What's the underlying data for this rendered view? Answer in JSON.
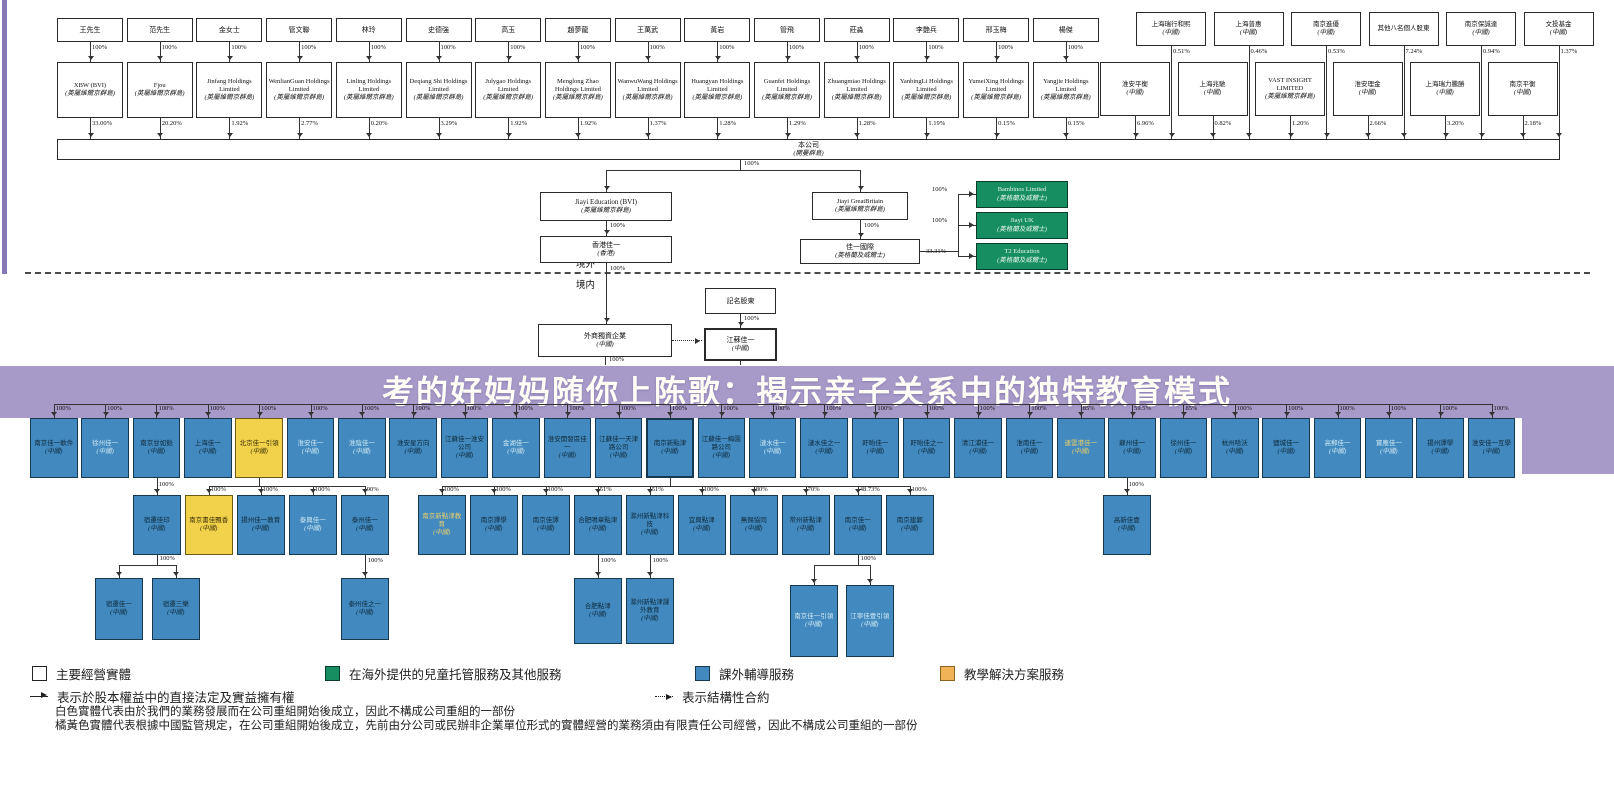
{
  "banner": {
    "title": "考的好妈妈随你上陈歌：揭示亲子关系中的独特教育模式",
    "bg_color": "#a79ac8",
    "text_color": "#fffef6"
  },
  "separator": {
    "offshore": "境外",
    "onshore": "境内"
  },
  "colors": {
    "entity_blue": "#4189be",
    "entity_yellow": "#f2d24b",
    "overseas_green": "#168e62",
    "legend_orange": "#f0b357",
    "banner_purple": "#a79ac8"
  },
  "company": {
    "name": "本公司",
    "sub": "(開曼群島)",
    "pct_down": "100%"
  },
  "shareholder_columns": [
    {
      "person": "王先生",
      "pct_to_holding": "100%",
      "holding": "XBW (BVI)",
      "holding_sub": "(英屬維爾京群島)",
      "pct_to_company": "33.00%"
    },
    {
      "person": "范先生",
      "pct_to_holding": "100%",
      "holding": "Fjou",
      "holding_sub": "(英屬維爾京群島)",
      "pct_to_company": "20.20%"
    },
    {
      "person": "金女士",
      "pct_to_holding": "100%",
      "holding": "Jinfang Holdings Limited",
      "holding_sub": "(英屬維爾京群島)",
      "pct_to_company": "1.92%"
    },
    {
      "person": "管文聯",
      "pct_to_holding": "100%",
      "holding": "WenlianGuan Holdings Limited",
      "holding_sub": "(英屬維爾京群島)",
      "pct_to_company": "2.77%"
    },
    {
      "person": "林玲",
      "pct_to_holding": "100%",
      "holding": "Linling Holdings Limited",
      "holding_sub": "(英屬維爾京群島)",
      "pct_to_company": "0.20%"
    },
    {
      "person": "史德強",
      "pct_to_holding": "100%",
      "holding": "Deqiang Shi Holdings Limited",
      "holding_sub": "(英屬維爾京群島)",
      "pct_to_company": "3.29%"
    },
    {
      "person": "高玉",
      "pct_to_holding": "100%",
      "holding": "Julygao Holdings Limited",
      "holding_sub": "(英屬維爾京群島)",
      "pct_to_company": "1.92%"
    },
    {
      "person": "趙夢龍",
      "pct_to_holding": "100%",
      "holding": "Menglong Zhao Holdings Limited",
      "holding_sub": "(英屬維爾京群島)",
      "pct_to_company": "1.92%"
    },
    {
      "person": "王萬武",
      "pct_to_holding": "100%",
      "holding": "WanwuWang Holdings Limited",
      "holding_sub": "(英屬維爾京群島)",
      "pct_to_company": "1.37%"
    },
    {
      "person": "黃岩",
      "pct_to_holding": "100%",
      "holding": "Huangyan Holdings Limited",
      "holding_sub": "(英屬維爾京群島)",
      "pct_to_company": "1.28%"
    },
    {
      "person": "管飛",
      "pct_to_holding": "100%",
      "holding": "Guanfei Holdings Limited",
      "holding_sub": "(英屬維爾京群島)",
      "pct_to_company": "1.29%"
    },
    {
      "person": "莊淼",
      "pct_to_holding": "100%",
      "holding": "Zhuangmiao Holdings Limited",
      "holding_sub": "(英屬維爾京群島)",
      "pct_to_company": "1.28%"
    },
    {
      "person": "李艷兵",
      "pct_to_holding": "100%",
      "holding": "YanbingLi Holdings Limited",
      "holding_sub": "(英屬維爾京群島)",
      "pct_to_company": "1.19%"
    },
    {
      "person": "邢玉梅",
      "pct_to_holding": "100%",
      "holding": "YumeiXing Holdings Limited",
      "holding_sub": "(英屬維爾京群島)",
      "pct_to_company": "0.15%"
    },
    {
      "person": "楊傑",
      "pct_to_holding": "100%",
      "holding": "Yangjie Holdings Limited",
      "holding_sub": "(英屬維爾京群島)",
      "pct_to_company": "0.15%"
    }
  ],
  "direct_investors_upper": [
    {
      "name": "上海瑞行和熙",
      "sub": "(中國)",
      "pct": "0.51%"
    },
    {
      "name": "上海普惠",
      "sub": "(中國)",
      "pct": "0.46%"
    },
    {
      "name": "南京進優",
      "sub": "(中國)",
      "pct": "0.53%"
    },
    {
      "name": "其他八名個人股東",
      "sub": "",
      "pct": "7.24%"
    },
    {
      "name": "南京保誠達",
      "sub": "(中國)",
      "pct": "0.94%"
    },
    {
      "name": "文投基金",
      "sub": "(中國)",
      "pct": "1.37%"
    }
  ],
  "direct_investors_lower": [
    {
      "name": "淮安平衡",
      "sub": "(中國)",
      "pct": "6.96%"
    },
    {
      "name": "上海兆馳",
      "sub": "(中國)",
      "pct": "0.82%"
    },
    {
      "name": "VAST INSIGHT LIMITED",
      "sub": "(英屬維爾京群島)",
      "pct": "1.20%"
    },
    {
      "name": "淮安理金",
      "sub": "(中國)",
      "pct": "2.66%"
    },
    {
      "name": "上海瑞力騰勝",
      "sub": "(中國)",
      "pct": "3.20%"
    },
    {
      "name": "南京平衡",
      "sub": "(中國)",
      "pct": "2.18%"
    }
  ],
  "offshore_chain_left": [
    {
      "name": "Jiayi Education (BVI)",
      "sub": "(英屬維爾京群島)",
      "pct_down": "100%"
    },
    {
      "name": "香港佳一",
      "sub": "(香港)",
      "pct_down": "100%"
    }
  ],
  "offshore_chain_right": [
    {
      "name": "Jiayi GreatBritain",
      "sub": "(英屬維爾京群島)",
      "pct_down": "100%"
    },
    {
      "name": "佳一國際",
      "sub": "(英格蘭及威爾士)"
    }
  ],
  "uk_subsidiaries": [
    {
      "name": "Bambinos Limited",
      "sub": "(英格蘭及威爾士)",
      "pct": "100%"
    },
    {
      "name": "Jiayi UK",
      "sub": "(英格蘭及威爾士)",
      "pct": "100%"
    },
    {
      "name": "T2 Education",
      "sub": "(英格蘭及威爾士)",
      "pct": "33.31%"
    }
  ],
  "onshore_top": {
    "registered_shareholders": {
      "name": "記名股東",
      "pct_down": "100%"
    },
    "wfoe": {
      "name": "外商獨資企業",
      "sub": "(中國)",
      "pct_down": "100%"
    },
    "jiangsu_jiayi": {
      "name": "江蘇佳一",
      "sub": "(中國)"
    }
  },
  "row1": [
    {
      "name": "南京佳一軟件",
      "pct": "100%"
    },
    {
      "name": "徐州佳一",
      "pct": "100%",
      "s": "lt"
    },
    {
      "name": "南京甘如飴",
      "pct": "100%"
    },
    {
      "name": "上海佳一",
      "pct": "100%"
    },
    {
      "name": "北京佳一引領",
      "pct": "100%",
      "s": "yb"
    },
    {
      "name": "淮安佳一",
      "pct": "100%",
      "s": "lt"
    },
    {
      "name": "淮陰佳一",
      "pct": "100%",
      "s": "lt"
    },
    {
      "name": "淮安星方向",
      "pct": "100%"
    },
    {
      "name": "江蘇佳一淮安公司",
      "pct": "100%"
    },
    {
      "name": "金湖佳一",
      "pct": "100%",
      "s": "lt"
    },
    {
      "name": "淮安開發區佳一",
      "pct": "100%"
    },
    {
      "name": "江蘇佳一天津路公司",
      "pct": "100%"
    },
    {
      "name": "南京新點津",
      "pct": "100%",
      "s": "bold"
    },
    {
      "name": "江蘇佳一梅園路公司",
      "pct": "100%"
    },
    {
      "name": "漣水佳一",
      "pct": "100%",
      "s": "lt"
    },
    {
      "name": "漣水佳之一",
      "pct": "100%"
    },
    {
      "name": "盱眙佳一",
      "pct": "100%"
    },
    {
      "name": "盱眙佳之一",
      "pct": "100%"
    },
    {
      "name": "清江浦佳一",
      "pct": "100%"
    },
    {
      "name": "淮南佳一",
      "pct": "100%"
    },
    {
      "name": "連雲港佳一",
      "pct": "85%",
      "s": "ylw"
    },
    {
      "name": "蘇州佳一",
      "pct": "59.5%"
    },
    {
      "name": "徐州佳一",
      "pct": "85%"
    },
    {
      "name": "杭州哈沃",
      "pct": "100%"
    },
    {
      "name": "鹽城佳一",
      "pct": "100%"
    },
    {
      "name": "高郵佳一",
      "pct": "100%",
      "s": "lt"
    },
    {
      "name": "寶應佳一",
      "pct": "100%",
      "s": "lt"
    },
    {
      "name": "揚州譯學",
      "pct": "100%"
    },
    {
      "name": "淮安佳一互學",
      "pct": "100%"
    }
  ],
  "row2_groups": [
    {
      "parent_row1_index": 2,
      "children": [
        {
          "name": "宿遷佳印",
          "pct": "100%"
        }
      ]
    },
    {
      "parent_row1_index": 4,
      "children": [
        {
          "name": "南京書佳飄香",
          "pct": "100%",
          "s": "yb"
        },
        {
          "name": "揚州佳一教育",
          "pct": "100%"
        },
        {
          "name": "泰興佳一",
          "pct": "100%",
          "s": "lt"
        },
        {
          "name": "泰州佳一",
          "pct": "90%"
        }
      ]
    },
    {
      "parent_row1_index": 12,
      "children": [
        {
          "name": "南京新點津教育",
          "pct": "100%",
          "s": "ylw"
        },
        {
          "name": "南京譯學",
          "pct": "100%"
        },
        {
          "name": "南京佳譯",
          "pct": "100%"
        },
        {
          "name": "合肥鳴章點津",
          "pct": "51%"
        },
        {
          "name": "滁州新點津科技",
          "pct": "51%"
        },
        {
          "name": "宜興點津",
          "pct": "100%"
        },
        {
          "name": "無錫協同",
          "pct": "80%"
        },
        {
          "name": "常州新點津",
          "pct": "70%"
        },
        {
          "name": "南京佳一",
          "pct": "48.73%"
        },
        {
          "name": "南京建鄴",
          "pct": "100%"
        }
      ]
    },
    {
      "parent_row1_index": 21,
      "children": [
        {
          "name": "高新佳壹",
          "pct": "100%"
        }
      ]
    }
  ],
  "row3_groups": [
    {
      "pct": "100%",
      "children": [
        {
          "name": "宿遷佳一"
        },
        {
          "name": "宿遷三樂"
        }
      ]
    },
    {
      "pct": "100%",
      "children": [
        {
          "name": "泰州佳之一"
        }
      ]
    },
    {
      "pct": "100%",
      "children": [
        {
          "name": "合肥點津"
        }
      ]
    },
    {
      "pct": "100%",
      "children": [
        {
          "name": "滁州新點津課外教育"
        }
      ]
    },
    {
      "pct": "100%",
      "children": [
        {
          "name": "南京佳一引領",
          "s": "lt"
        },
        {
          "name": "江寧佳壹引領",
          "s": "lt"
        }
      ]
    }
  ],
  "country_suffix": "(中國)",
  "legend": {
    "white": "主要經營實體",
    "green": "在海外提供的兒童托管服務及其他服務",
    "blue": "課外輔導服務",
    "orange": "教學解決方案服務",
    "solid_arrow": "表示於股本權益中的直接法定及實益擁有權",
    "dotted_arrow": "表示結構性合約"
  },
  "notes": [
    "白色實體代表由於我們的業務發展而在公司重組開始後成立，因此不構成公司重組的一部份",
    "橘黃色實體代表根據中國監管規定，在公司重組開始後成立，先前由分公司或民辦非企業單位形式的實體經營的業務須由有限責任公司經營，因此不構成公司重組的一部份"
  ]
}
